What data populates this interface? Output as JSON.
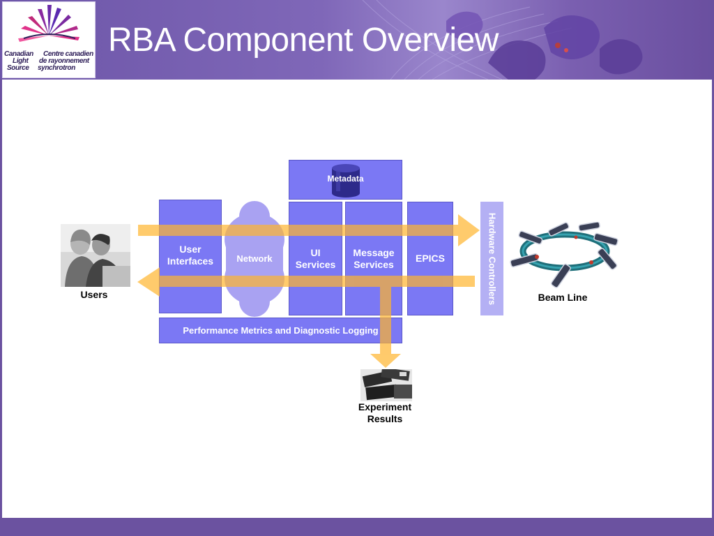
{
  "slide": {
    "title": "RBA Component Overview"
  },
  "logo": {
    "line1_left": "Canadian",
    "line2_left": "Light",
    "line3_left": "Source",
    "line1_right": "Centre canadien",
    "line2_right": "de rayonnement",
    "line3_right": "synchrotron"
  },
  "diagram": {
    "metadata": "Metadata",
    "user_interfaces": "User Interfaces",
    "network": "Network",
    "ui_services": "UI Services",
    "message_services": "Message Services",
    "epics": "EPICS",
    "hardware_controllers": "Hardware Controllers",
    "performance": "Performance Metrics and Diagnostic Logging",
    "users": "Users",
    "beam_line": "Beam Line",
    "experiment_results": "Experiment Results"
  },
  "colors": {
    "header_purple": "#6b52a0",
    "box_blue": "#7b78f4",
    "arrow_orange": "#ffc65a",
    "network_cloud": "#a9a2f2"
  }
}
